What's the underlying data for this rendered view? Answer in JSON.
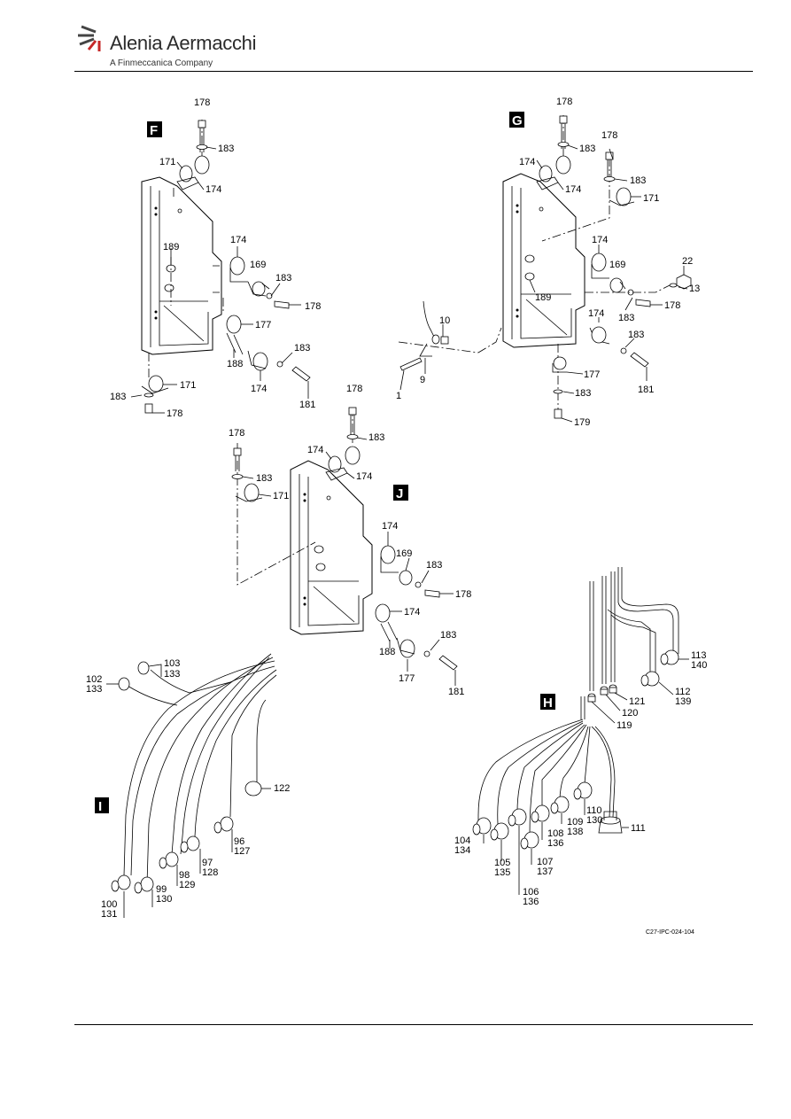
{
  "header": {
    "company": "Alenia Aermacchi",
    "subtitle": "A Finmeccanica Company"
  },
  "figure_code": "C27-IPC-024-104",
  "views": {
    "F": {
      "label": "F",
      "callouts": [
        "178",
        "183",
        "171",
        "174",
        "189",
        "174",
        "169",
        "183",
        "178",
        "177",
        "183",
        "188",
        "174",
        "181",
        "183",
        "171",
        "178"
      ]
    },
    "G": {
      "label": "G",
      "callouts": [
        "178",
        "183",
        "174",
        "178",
        "183",
        "174",
        "171",
        "174",
        "22",
        "169",
        "13",
        "189",
        "183",
        "178",
        "174",
        "10",
        "183",
        "9",
        "177",
        "181",
        "1",
        "183",
        "179"
      ]
    },
    "J": {
      "label": "J",
      "callouts": [
        "178",
        "178",
        "183",
        "174",
        "183",
        "174",
        "171",
        "174",
        "169",
        "183",
        "178",
        "174",
        "183",
        "188",
        "177",
        "181"
      ]
    },
    "I": {
      "label": "I",
      "callouts": [
        "103",
        "133",
        "102",
        "133",
        "122",
        "96",
        "127",
        "97",
        "128",
        "98",
        "129",
        "99",
        "130",
        "100",
        "131"
      ]
    },
    "H": {
      "label": "H",
      "callouts": [
        "113",
        "140",
        "112",
        "139",
        "121",
        "120",
        "119",
        "110",
        "130",
        "111",
        "109",
        "138",
        "108",
        "136",
        "107",
        "137",
        "104",
        "134",
        "105",
        "135",
        "106",
        "136"
      ]
    }
  }
}
